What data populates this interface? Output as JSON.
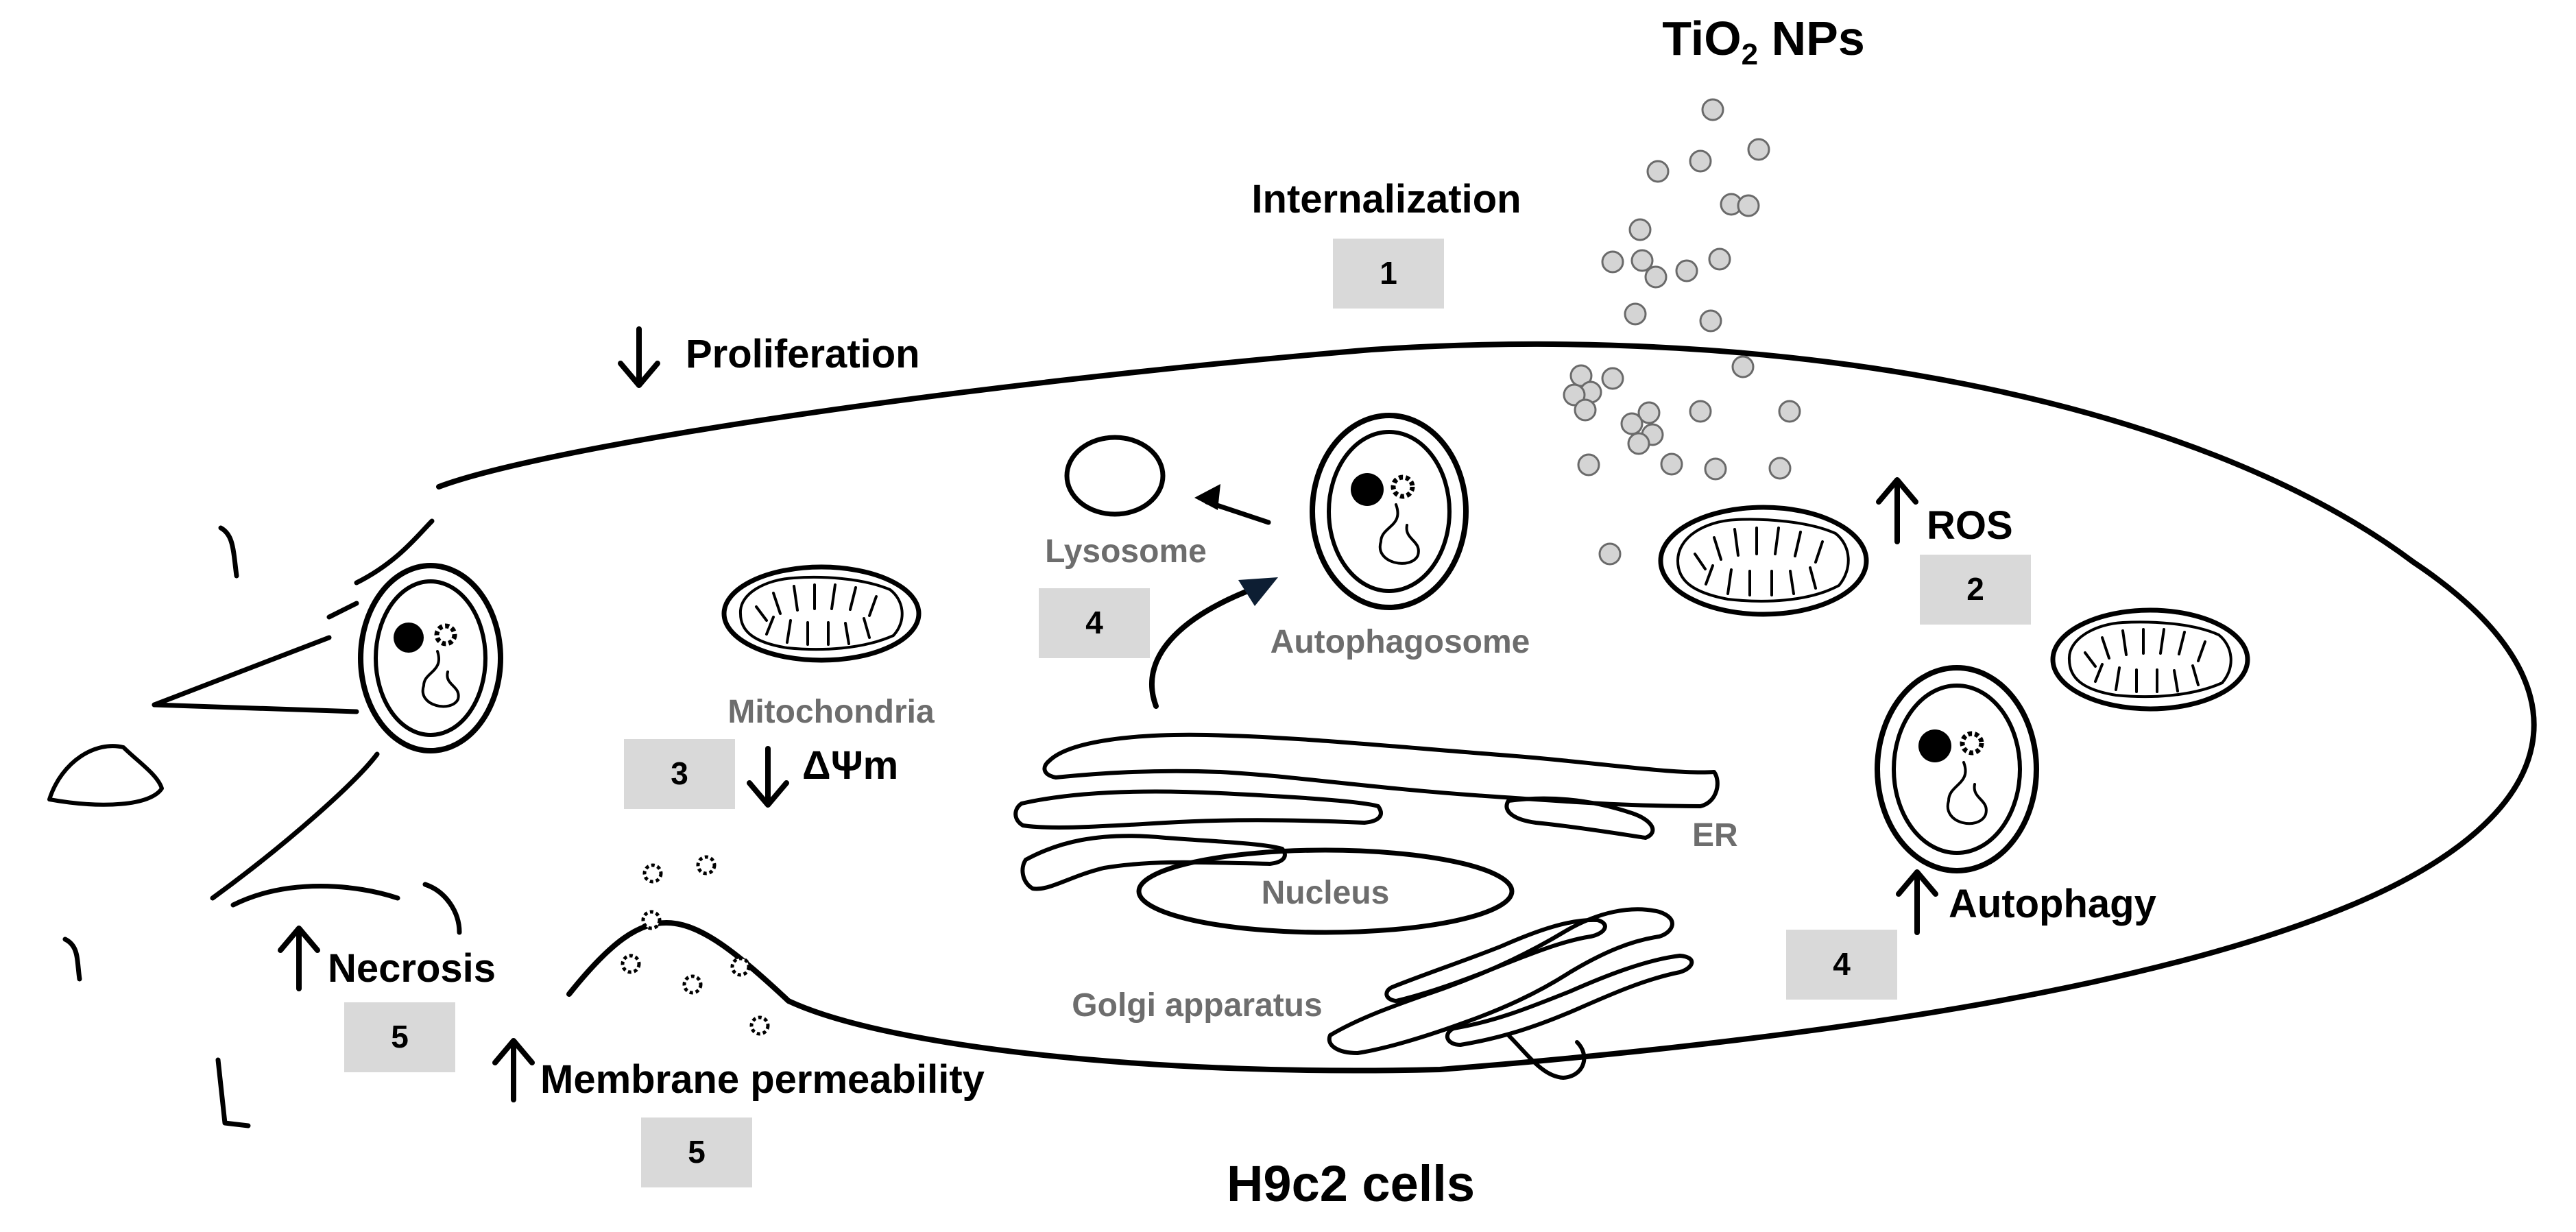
{
  "labels": {
    "tio2": "TiO",
    "tio2_sub": "2",
    "tio2_suffix": " NPs",
    "internalization": "Internalization",
    "proliferation": "Proliferation",
    "ros": "ROS",
    "lysosome": "Lysosome",
    "autophagosome": "Autophagosome",
    "mitochondria": "Mitochondria",
    "delta_psi": "ΔΨm",
    "er": "ER",
    "nucleus": "Nucleus",
    "autophagy": "Autophagy",
    "golgi": "Golgi apparatus",
    "necrosis": "Necrosis",
    "membrane_permeability": "Membrane permeability",
    "cell_line": "H9c2 cells"
  },
  "steps": {
    "internalization": "1",
    "ros": "2",
    "mmp": "3",
    "lysosome": "4",
    "autophagy": "4",
    "necrosis": "5",
    "membrane": "5"
  },
  "colors": {
    "ink": "#000000",
    "grey_label": "#6d6d6d",
    "step_box": "#d9d9d9",
    "nanoparticle": "#d4d4d4"
  }
}
